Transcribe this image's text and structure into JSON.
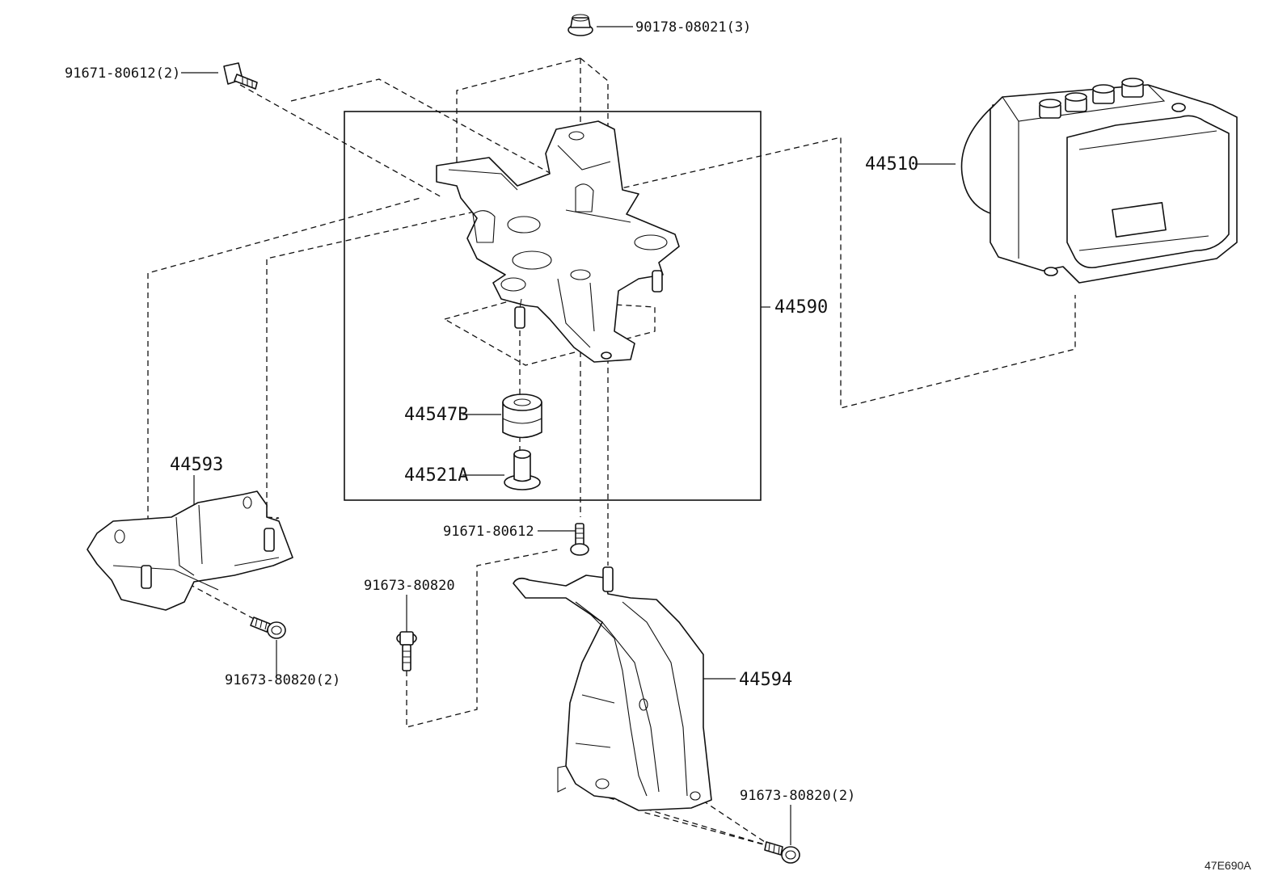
{
  "labels": {
    "nut_top": "90178-08021(3)",
    "bolt_top_left": "91671-80612(2)",
    "actuator": "44510",
    "bracket_assy": "44590",
    "cushion": "44547B",
    "collar": "44521A",
    "bracket_left": "44593",
    "bolt_mid": "91671-80612",
    "bolt_lower_left": "91673-80820",
    "bolt_left_bracket": "91673-80820(2)",
    "bracket_lower": "44594",
    "bolt_lower_right": "91673-80820(2)"
  },
  "diagram_code": "47E690A"
}
